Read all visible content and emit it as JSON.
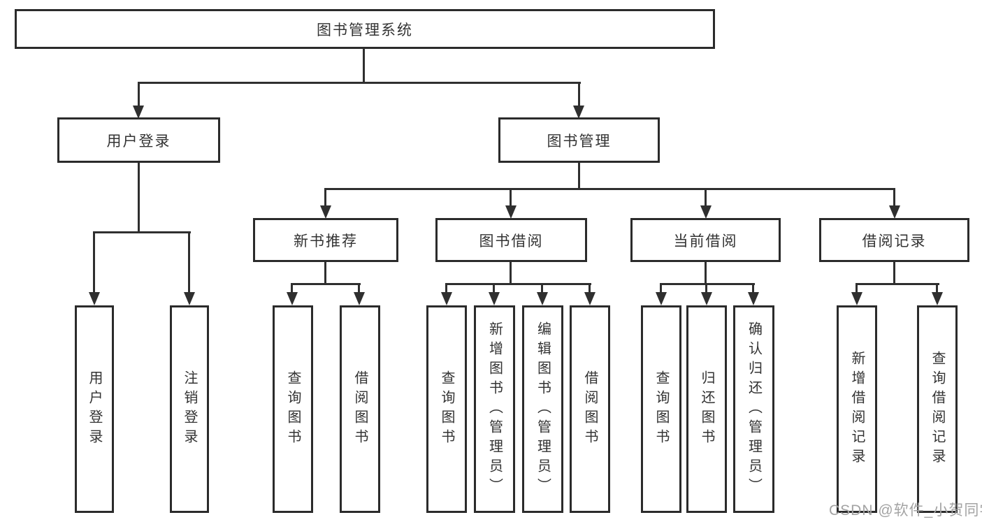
{
  "tree": {
    "root": {
      "label": "图书管理系统"
    },
    "branches": [
      {
        "label": "用户登录",
        "children": [
          {
            "label": "用户登录"
          },
          {
            "label": "注销登录"
          }
        ]
      },
      {
        "label": "图书管理",
        "children": [
          {
            "label": "新书推荐",
            "children": [
              {
                "label": "查询图书"
              },
              {
                "label": "借阅图书"
              }
            ]
          },
          {
            "label": "图书借阅",
            "children": [
              {
                "label": "查询图书"
              },
              {
                "label": "新增图书（管理员）"
              },
              {
                "label": "编辑图书（管理员）"
              },
              {
                "label": "借阅图书"
              }
            ]
          },
          {
            "label": "当前借阅",
            "children": [
              {
                "label": "查询图书"
              },
              {
                "label": "归还图书"
              },
              {
                "label": "确认归还（管理员）"
              }
            ]
          },
          {
            "label": "借阅记录",
            "children": [
              {
                "label": "新增借阅记录"
              },
              {
                "label": "查询借阅记录"
              }
            ]
          }
        ]
      }
    ]
  },
  "watermark": {
    "text": "CSDN @软件_小贺同学"
  },
  "colors": {
    "line": "#2f2f2f",
    "border": "#2b2b2b",
    "text": "#333333",
    "background": "#ffffff",
    "watermark": "#a3a3a3"
  }
}
